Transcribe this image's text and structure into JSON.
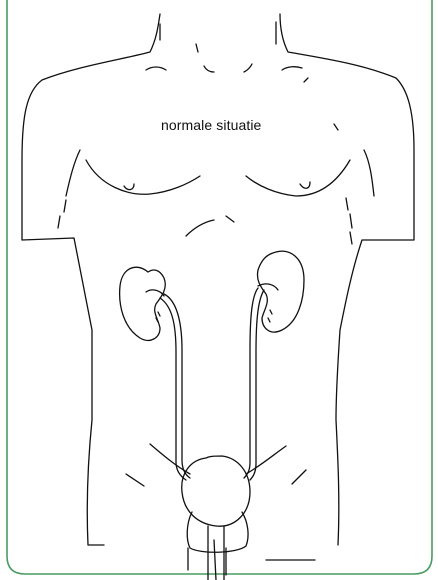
{
  "diagram": {
    "caption": "normale situatie",
    "colors": {
      "border": "#4a9a62",
      "line": "#111111",
      "background": "#ffffff"
    },
    "parts": [
      "torso",
      "left-kidney",
      "right-kidney",
      "left-ureter",
      "right-ureter",
      "bladder",
      "urethra"
    ]
  }
}
